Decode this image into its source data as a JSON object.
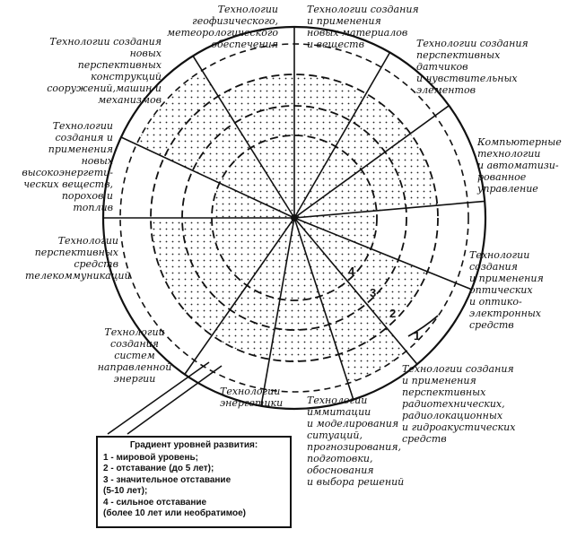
{
  "diagram": {
    "segments": [
      {
        "id": "geo",
        "label": "Технологии\nгеофизического,\nметеорологического\nобеспечения"
      },
      {
        "id": "materials",
        "label": "Технологии создания\nи применения\nновых материалов\nи веществ"
      },
      {
        "id": "sensors",
        "label": "Технологии создания\nперспективных\nдатчиков\nи чувствительных\nэлементов"
      },
      {
        "id": "computer",
        "label": "Компьютерные\nтехнологии\nи автоматизи-\nрованное\nуправление"
      },
      {
        "id": "optics",
        "label": "Технологии\nсоздания\nи применения\nоптических\nи оптико-\nэлектронных\nсредств"
      },
      {
        "id": "radio",
        "label": "Технологии создания\nи применения\nперспективных\nрадиотехнических,\nрадиолокационных\nи гидроакустических\nсредств"
      },
      {
        "id": "simulation",
        "label": "Технологии\nиммитации\nи моделирования\nситуаций,\nпрогнозирования,\nподготовки,\nобоснования\nи выбора решений"
      },
      {
        "id": "energy",
        "label": "Технологии\nэнергетики"
      },
      {
        "id": "directed",
        "label": "Технологии\nсоздания\nсистем\nнаправленной\nэнергии"
      },
      {
        "id": "telecom",
        "label": "Технологии\nперспективных\nсредств\nтелекоммуникаций"
      },
      {
        "id": "explosives",
        "label": "Технологии\nсоздания и\nприменения новых\nвысокоэнергети-\nческих веществ,\nпорохов и топлив"
      },
      {
        "id": "constructions",
        "label": "Технологии создания\nновых перспективных\nконструкций\nсооружений,машин и\nмеханизмов"
      }
    ],
    "ring_numbers": [
      "1",
      "2",
      "3",
      "4"
    ]
  },
  "legend": {
    "title": "Градиент уровней развития:",
    "items": [
      "1 - мировой уровень;",
      "2 - отставание (до 5 лет);",
      "3 - значительное отставание\n      (5-10 лет);",
      "4 - сильное отставание\n      (более 10 лет или необратимое)"
    ]
  }
}
